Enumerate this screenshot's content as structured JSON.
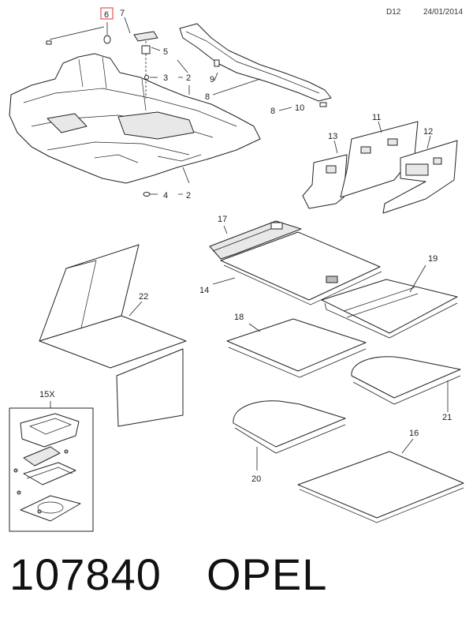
{
  "header": {
    "code": "D12",
    "date": "24/01/2014"
  },
  "callouts": {
    "c2a": "2",
    "c2b": "2",
    "c3": "3",
    "c4": "4",
    "c5": "5",
    "c6": "6",
    "c7": "7",
    "c8a": "8",
    "c8b": "8",
    "c9": "9",
    "c10": "10",
    "c11": "11",
    "c12": "12",
    "c13": "13",
    "c14": "14",
    "c15x": "15X",
    "c16": "16",
    "c17": "17",
    "c18": "18",
    "c19": "19",
    "c20": "20",
    "c21": "21",
    "c22": "22"
  },
  "footer": {
    "number": "107840",
    "brand": "OPEL"
  }
}
